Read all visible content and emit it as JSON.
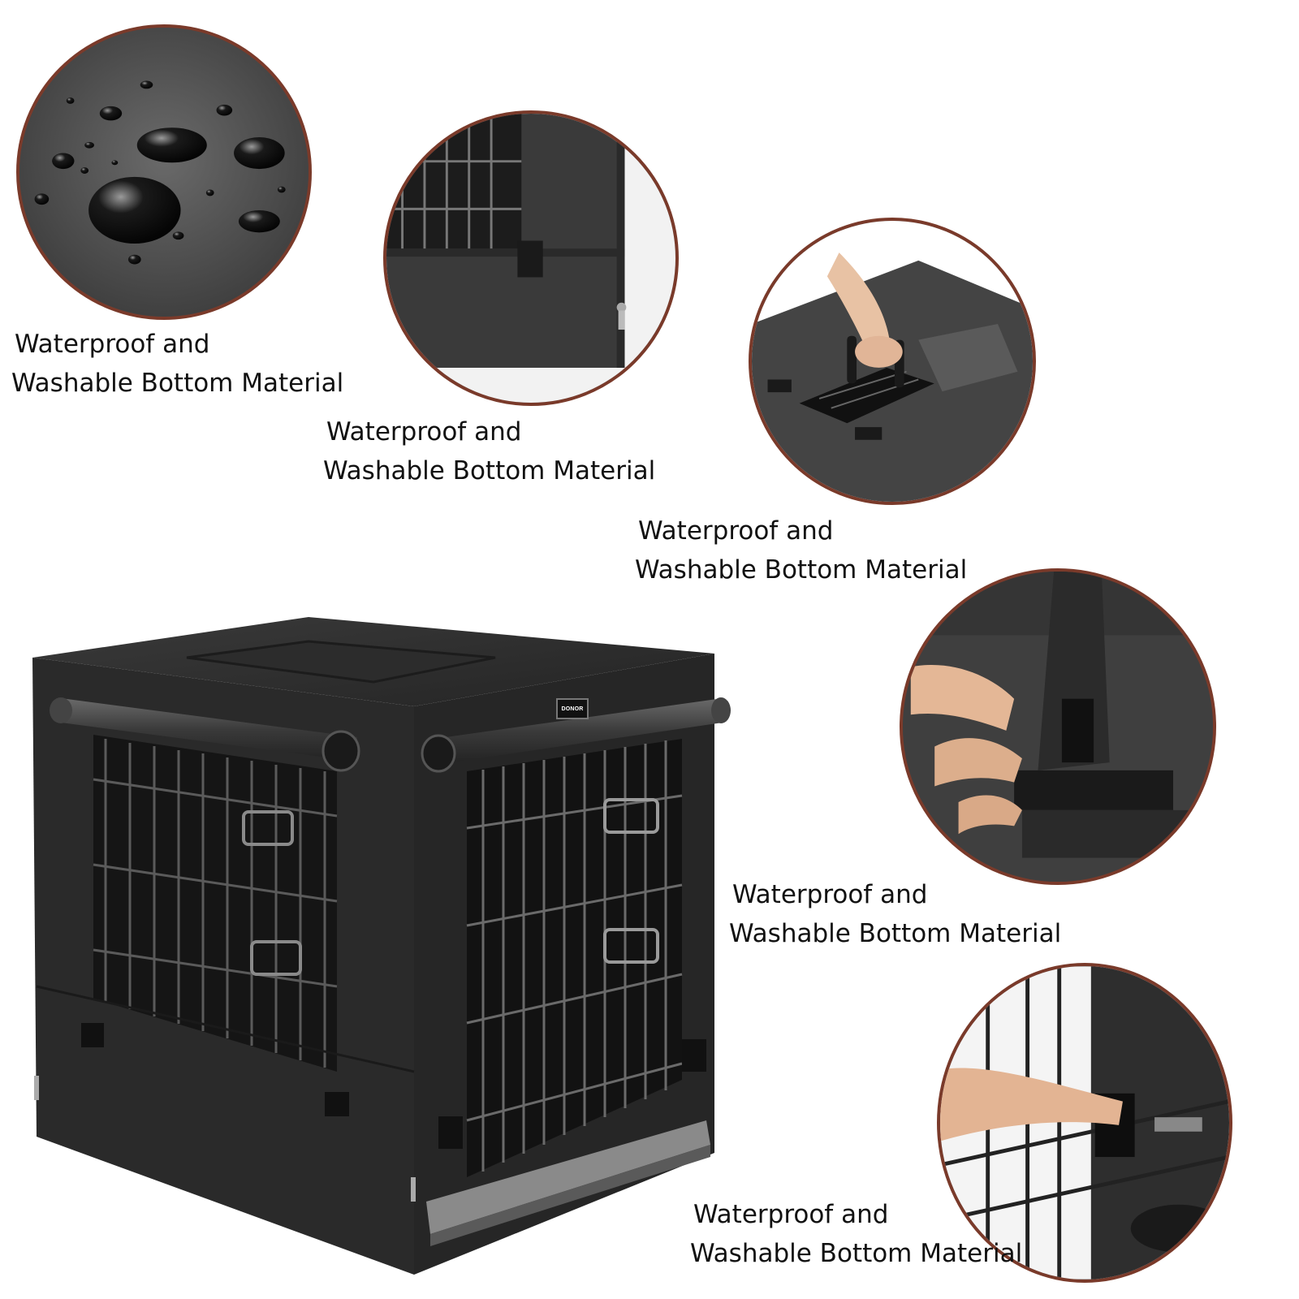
{
  "brand": {
    "tag_text": "DONOR"
  },
  "colors": {
    "circle_border": "#7a3a2a",
    "fabric_dark": "#2e2e2e",
    "fabric_grey": "#4b4b4b",
    "caption_text": "#111111"
  },
  "callouts": [
    {
      "line1": "Waterproof and",
      "line2": "Washable Bottom Material"
    },
    {
      "line1": "Waterproof and",
      "line2": "Washable Bottom Material"
    },
    {
      "line1": "Waterproof and",
      "line2": "Washable Bottom Material"
    },
    {
      "line1": "Waterproof and",
      "line2": "Washable Bottom Material"
    },
    {
      "line1": "Waterproof and",
      "line2": "Washable Bottom Material"
    }
  ]
}
